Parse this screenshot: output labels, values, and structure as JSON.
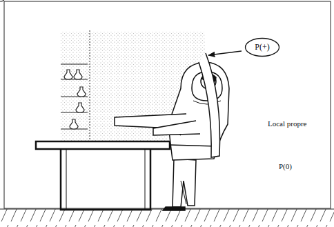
{
  "diagram": {
    "nodes": [
      {
        "text": [
          "P(+)"
        ]
      }
    ],
    "labels": [
      "Local propre",
      "P(0)"
    ]
  }
}
